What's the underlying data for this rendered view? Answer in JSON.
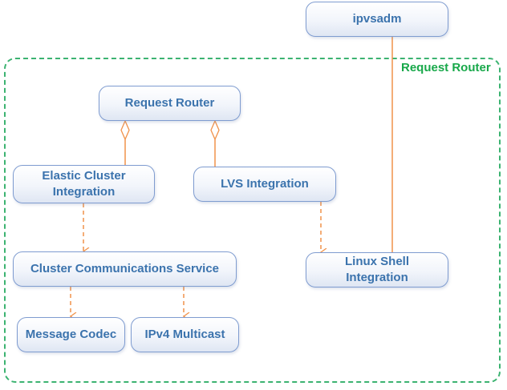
{
  "group": {
    "label": "Request Router"
  },
  "nodes": {
    "ipvsadm": "ipvsadm",
    "request_router": "Request Router",
    "elastic_cluster": "Elastic Cluster Integration",
    "lvs_integration": "LVS Integration",
    "cluster_comm": "Cluster Communications Service",
    "linux_shell": "Linux Shell Integration",
    "message_codec": "Message Codec",
    "ipv4_multicast": "IPv4 Multicast"
  },
  "colors": {
    "connector": "#f0924a",
    "group_border": "#3cb371",
    "group_label": "#18a84a",
    "node_border": "#7f9cd0",
    "node_text": "#3b73ad"
  }
}
